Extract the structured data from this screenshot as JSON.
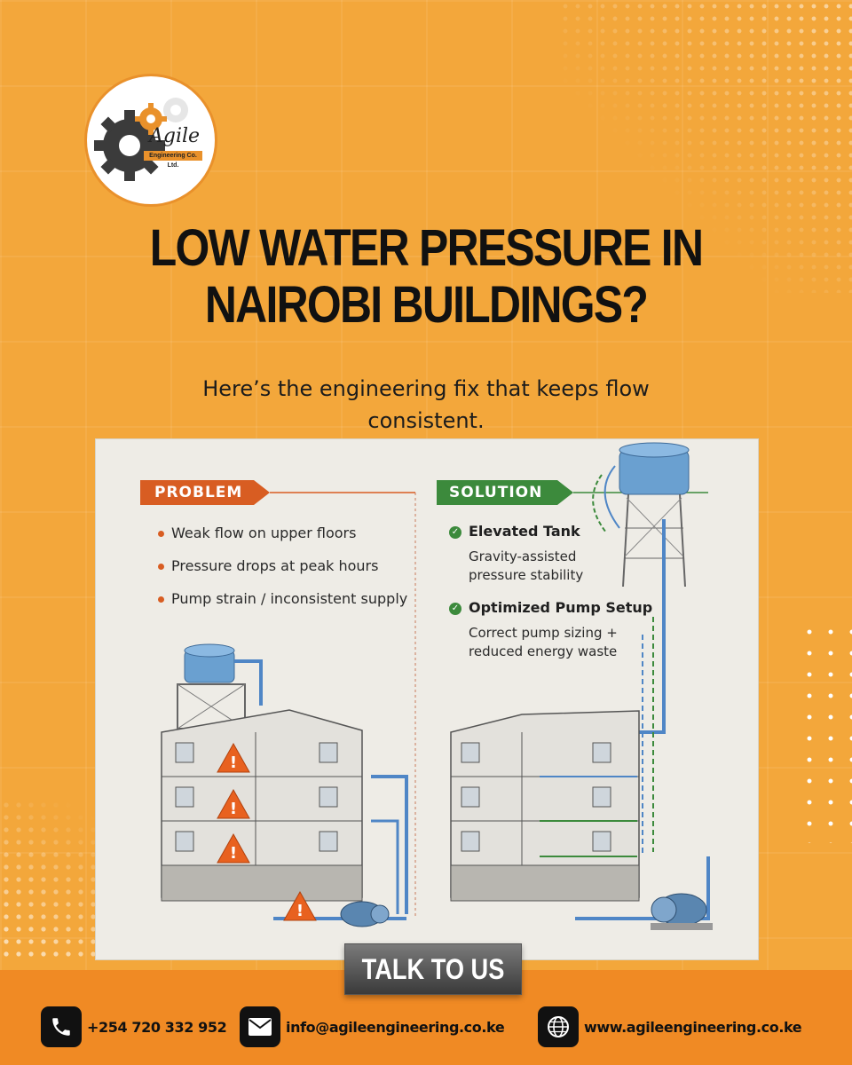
{
  "brand": {
    "logo_name": "Agile",
    "logo_subtitle": "Engineering Co. Ltd."
  },
  "headline": "LOW WATER PRESSURE IN NAIROBI BUILDINGS?",
  "subheadline": "Here’s the engineering fix that keeps flow consistent.",
  "infographic": {
    "problem": {
      "title": "PROBLEM",
      "items": [
        "Weak flow on upper floors",
        "Pressure drops at peak hours",
        "Pump strain / inconsistent supply"
      ]
    },
    "solution": {
      "title": "SOLUTION",
      "items": [
        {
          "heading": "Elevated Tank",
          "description_lines": [
            "Gravity-assisted",
            "pressure stability"
          ]
        },
        {
          "heading": "Optimized Pump Setup",
          "description_lines": [
            "Correct pump sizing +",
            "reduced energy waste"
          ]
        }
      ]
    }
  },
  "cta": {
    "label": "TALK TO US"
  },
  "contacts": {
    "phone": "+254 720 332 952",
    "email": "info@agileengineering.co.ke",
    "website": "www.agileengineering.co.ke"
  },
  "colors": {
    "background": "#f3a73b",
    "footer": "#f08a24",
    "problem_accent": "#d85d22",
    "solution_accent": "#3c8a3c",
    "pipe_blue": "#4f86c6"
  },
  "icons": [
    "gear-icon",
    "warning-icon",
    "check-icon",
    "phone-icon",
    "mail-icon",
    "globe-icon"
  ]
}
